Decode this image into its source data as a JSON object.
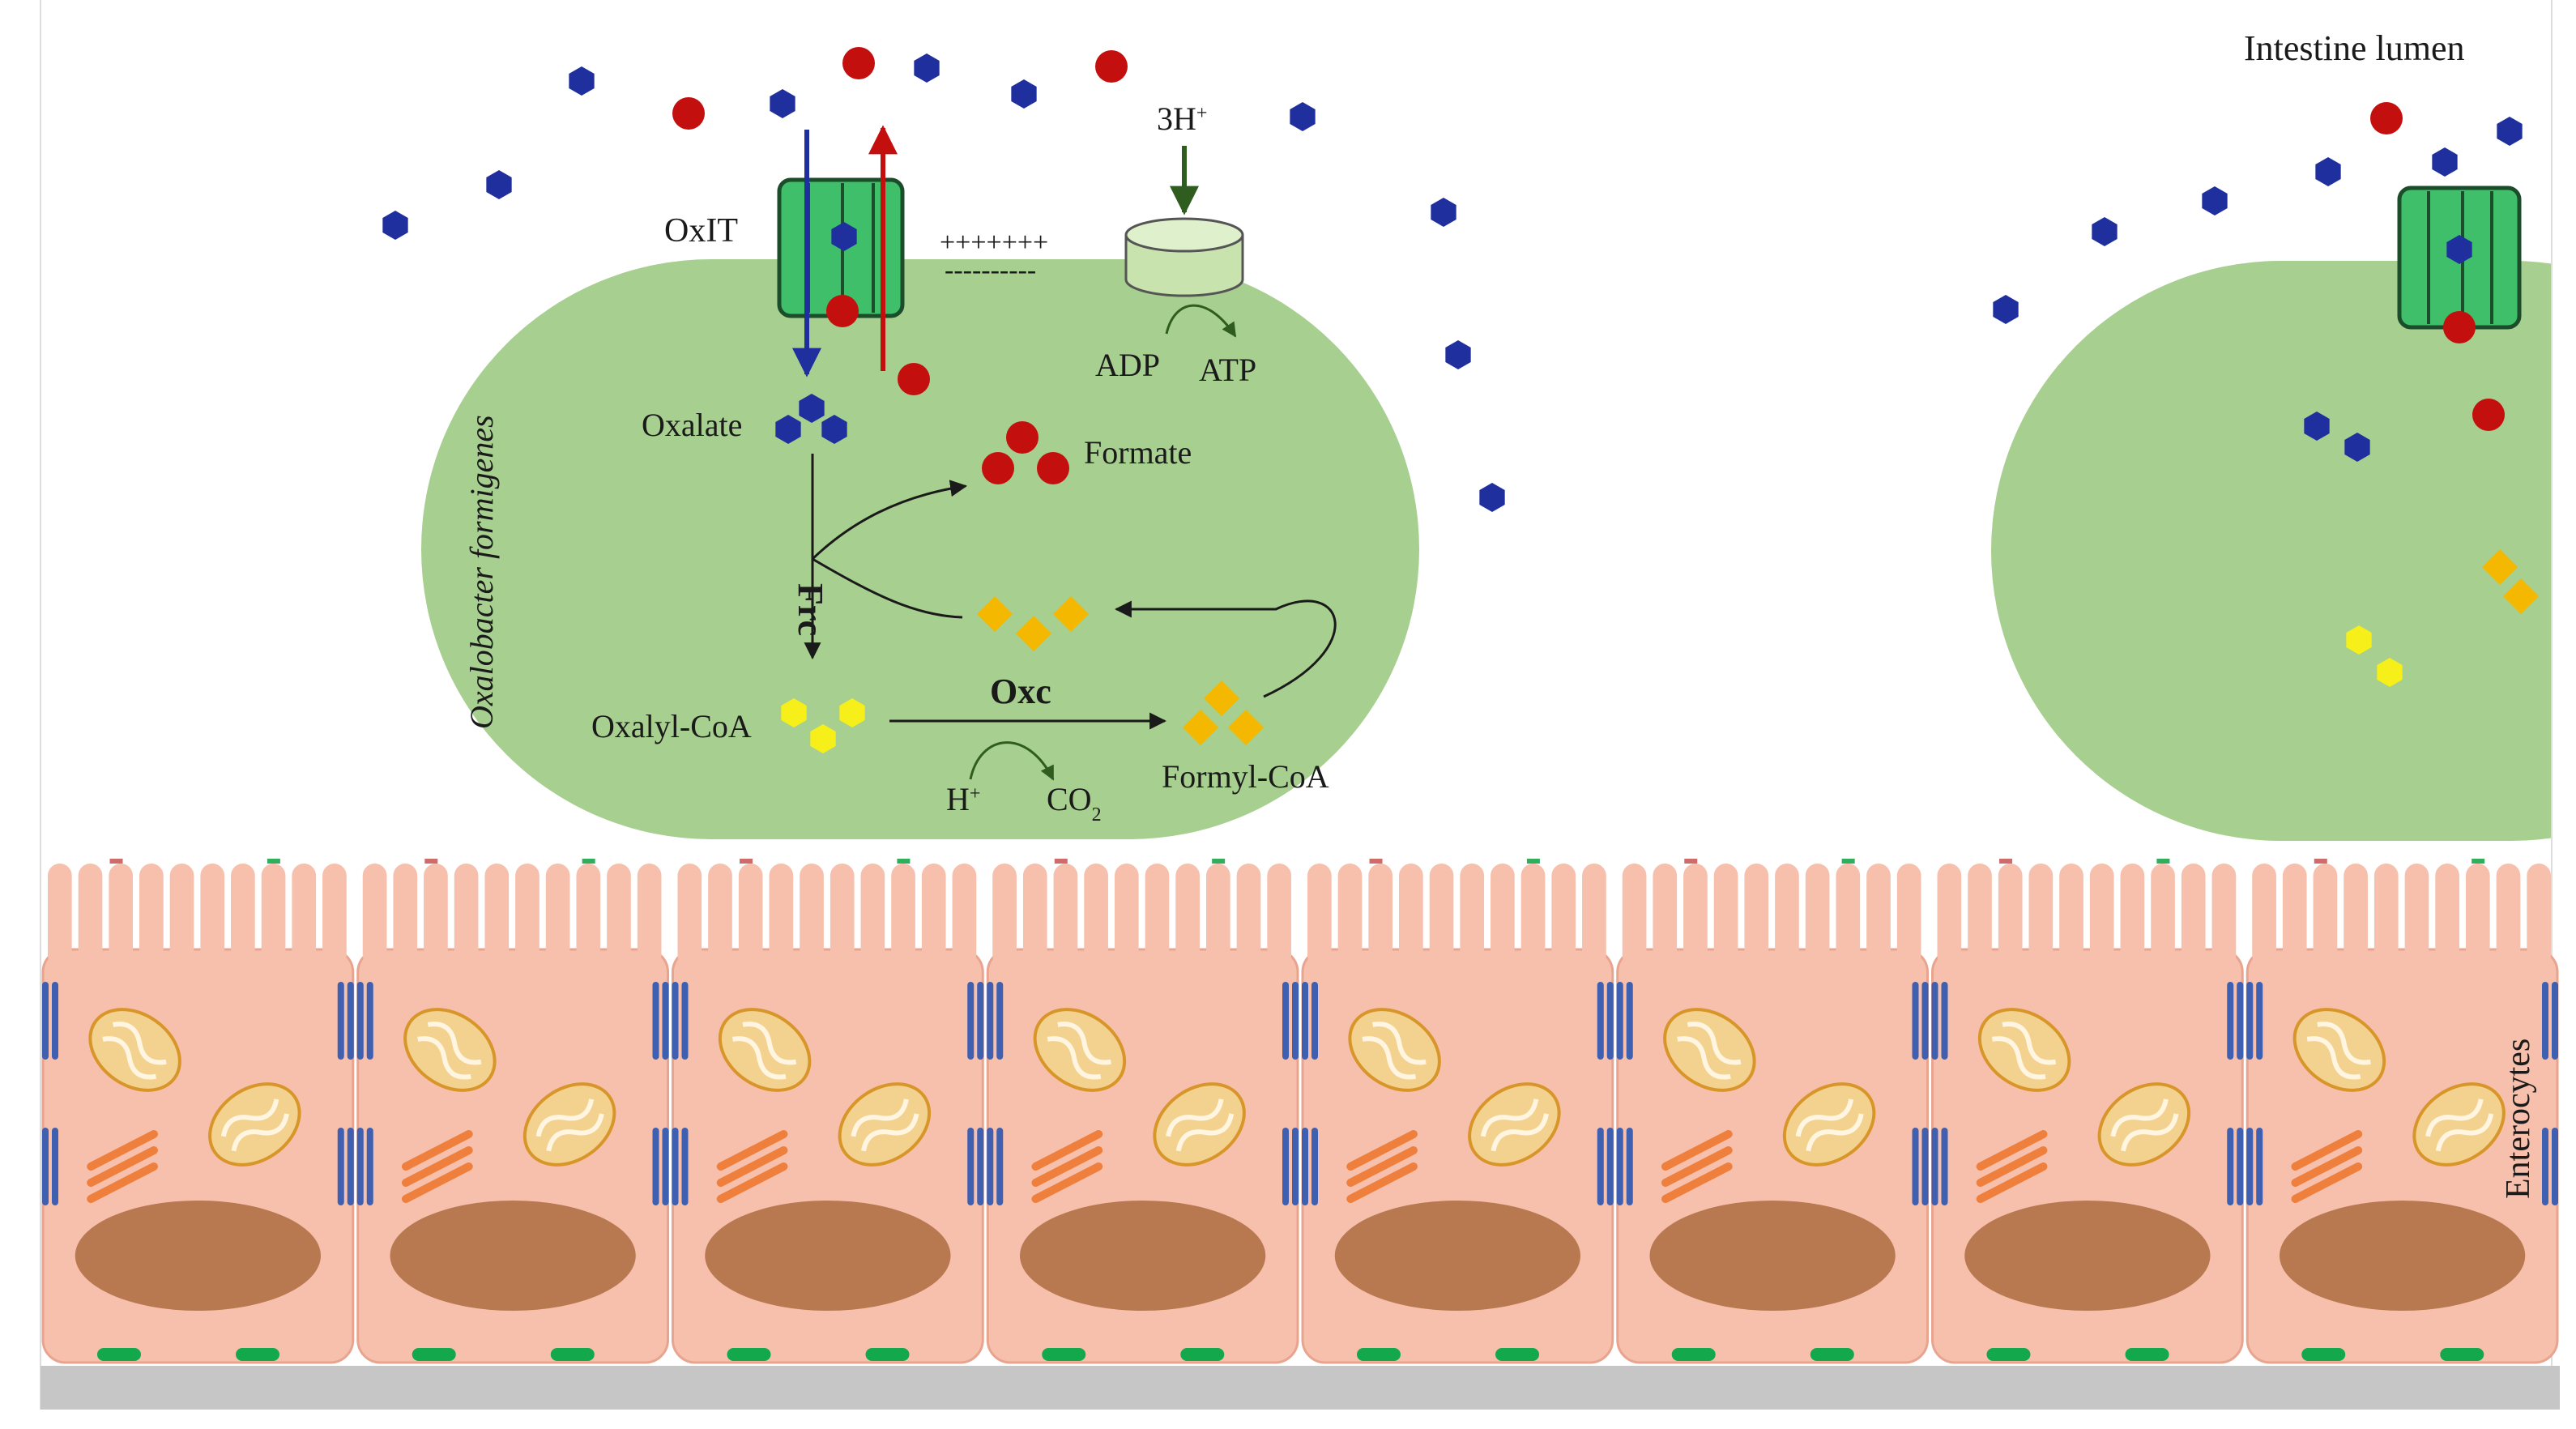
{
  "labels": {
    "intestine_lumen": "Intestine  lumen",
    "oxit": "OxIT",
    "plus_signs": "+++++++",
    "minus_signs": "----------",
    "three_h": "3H",
    "three_h_charge": "+",
    "adp": "ADP",
    "atp": "ATP",
    "oxalate": "Oxalate",
    "formate": "Formate",
    "frc": "Frc",
    "oxalobacter": "Oxalobacter formigenes",
    "oxalyl_coa": "Oxalyl-CoA",
    "oxc": "Oxc",
    "formyl_coa": "Formyl-CoA",
    "h": "H",
    "h_charge": "+",
    "co2": "CO",
    "co2_sub": "2",
    "enterocytes": "Enterocytes"
  },
  "colors": {
    "bacterium": "#a7cf8f",
    "oxalate_hex": "#1f2f9e",
    "formate_dot": "#c40f0f",
    "formyl_coa_diamond": "#f5b800",
    "oxalyl_coa_hex": "#f7ef1a",
    "transporter": "#3fbf6a",
    "cell_body": "#f6c0ac",
    "nucleus": "#b87850",
    "basement": "#c6c6c6",
    "junction": "#3f5fb0",
    "mito": "#f3d28f",
    "er": "#ef7f3c",
    "arrow_blue": "#1f2f9e",
    "arrow_red": "#c40f0f",
    "arrow_green": "#2f5d1f"
  },
  "enterocytes": {
    "count": 8
  }
}
